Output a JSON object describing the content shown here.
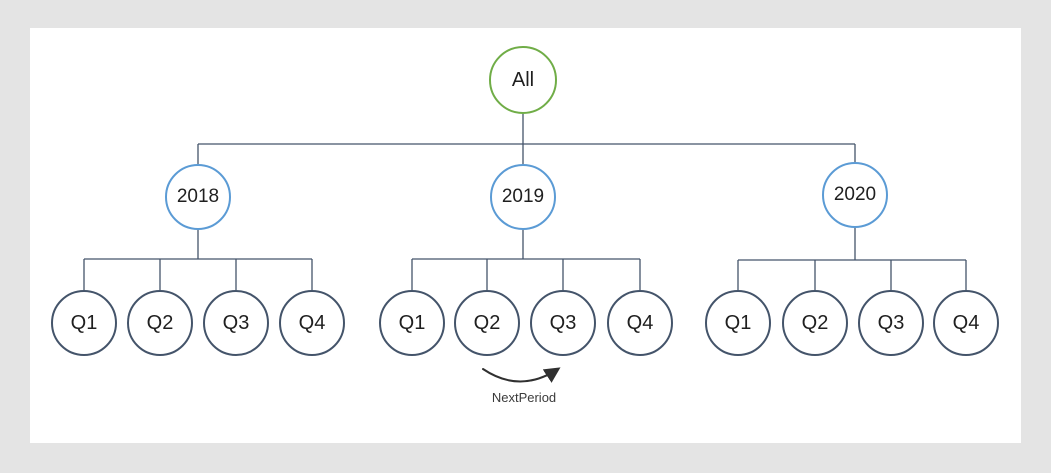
{
  "colors": {
    "page_bg": "#e4e4e4",
    "panel_bg": "#ffffff",
    "root_stroke": "#70ad47",
    "year_stroke": "#5b9bd5",
    "quarter_stroke": "#44546a",
    "connector": "#44546a",
    "arrow": "#303030",
    "label": "#1f1f1f",
    "annotation": "#3b3b3b"
  },
  "tree": {
    "root": {
      "label": "All"
    },
    "years": [
      {
        "label": "2018",
        "quarters": [
          "Q1",
          "Q2",
          "Q3",
          "Q4"
        ]
      },
      {
        "label": "2019",
        "quarters": [
          "Q1",
          "Q2",
          "Q3",
          "Q4"
        ]
      },
      {
        "label": "2020",
        "quarters": [
          "Q1",
          "Q2",
          "Q3",
          "Q4"
        ]
      }
    ],
    "annotation": {
      "label": "NextPeriod"
    }
  }
}
